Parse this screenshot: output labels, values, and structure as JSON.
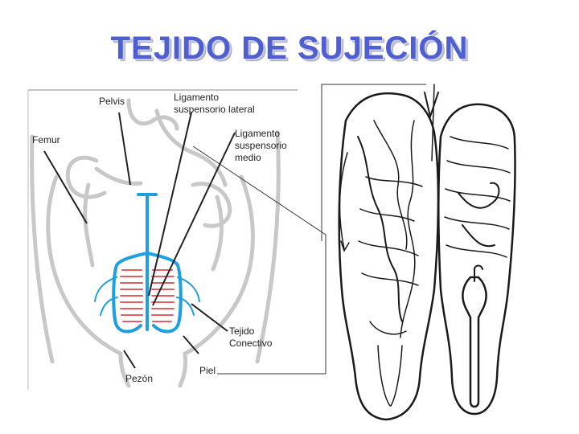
{
  "slide": {
    "title": "TEJIDO DE SUJECIÓN"
  },
  "labels": {
    "pelvis": "Pelvis",
    "femur": "Femur",
    "lig_lateral_1": "Ligamento",
    "lig_lateral_2": "suspensorio  lateral",
    "lig_medio_1": "Ligamento",
    "lig_medio_2": "suspensorio",
    "lig_medio_3": "medio",
    "tejido_1": "Tejido",
    "tejido_2": "Conectivo",
    "pezon": "Pezón",
    "piel": "Piel"
  },
  "colors": {
    "title": "#4f5fd0",
    "ligament": "#1e9fe0",
    "gland_stripes": "#e0606a",
    "outline": "#c8c8c8",
    "leader": "#222222"
  }
}
